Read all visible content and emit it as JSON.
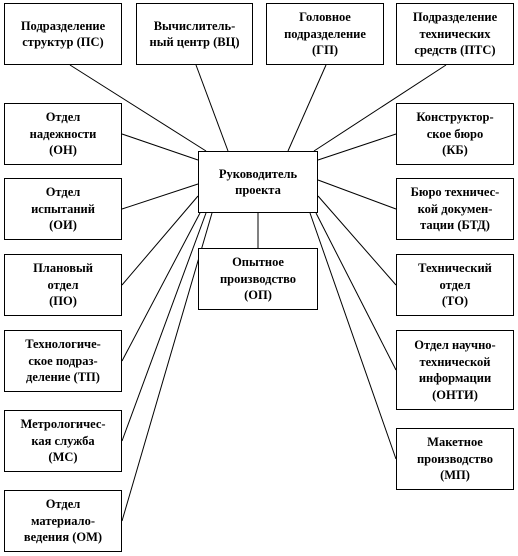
{
  "center": {
    "id": "rp",
    "label": "Руководитель\nпроекта"
  },
  "boxes": [
    {
      "id": "ps",
      "label": "Подразделение\nструктур (ПС)"
    },
    {
      "id": "vc",
      "label": "Вычислитель-\nный центр (ВЦ)"
    },
    {
      "id": "gp",
      "label": "Головное\nподразделение\n(ГП)"
    },
    {
      "id": "pts",
      "label": "Подразделение\nтехнических\nсредств (ПТС)"
    },
    {
      "id": "on",
      "label": "Отдел\nнадежности\n(ОН)"
    },
    {
      "id": "oi",
      "label": "Отдел\nиспытаний\n(ОИ)"
    },
    {
      "id": "po",
      "label": "Плановый\nотдел\n(ПО)"
    },
    {
      "id": "tp",
      "label": "Технологиче-\nское подраз-\nделение (ТП)"
    },
    {
      "id": "ms",
      "label": "Метрологичес-\nкая служба\n(МС)"
    },
    {
      "id": "om",
      "label": "Отдел\nматериало-\nведения (ОМ)"
    },
    {
      "id": "op",
      "label": "Опытное\nпроизводство\n(ОП)"
    },
    {
      "id": "kb",
      "label": "Конструктор-\nское бюро\n(КБ)"
    },
    {
      "id": "btd",
      "label": "Бюро техничес-\nкой докумен-\nтации (БТД)"
    },
    {
      "id": "to",
      "label": "Технический\nотдел\n(ТО)"
    },
    {
      "id": "onti",
      "label": "Отдел научно-\nтехнической\nинформации\n(ОНТИ)"
    },
    {
      "id": "mp",
      "label": "Макетное\nпроизводство\n(МП)"
    }
  ],
  "edges": [
    [
      "rp",
      "ps"
    ],
    [
      "rp",
      "vc"
    ],
    [
      "rp",
      "gp"
    ],
    [
      "rp",
      "pts"
    ],
    [
      "rp",
      "on"
    ],
    [
      "rp",
      "oi"
    ],
    [
      "rp",
      "po"
    ],
    [
      "rp",
      "tp"
    ],
    [
      "rp",
      "ms"
    ],
    [
      "rp",
      "om"
    ],
    [
      "rp",
      "kb"
    ],
    [
      "rp",
      "btd"
    ],
    [
      "rp",
      "to"
    ],
    [
      "rp",
      "onti"
    ],
    [
      "rp",
      "mp"
    ],
    [
      "rp",
      "op"
    ]
  ],
  "colors": {
    "line": "#000000",
    "border": "#000000",
    "background": "#ffffff"
  }
}
